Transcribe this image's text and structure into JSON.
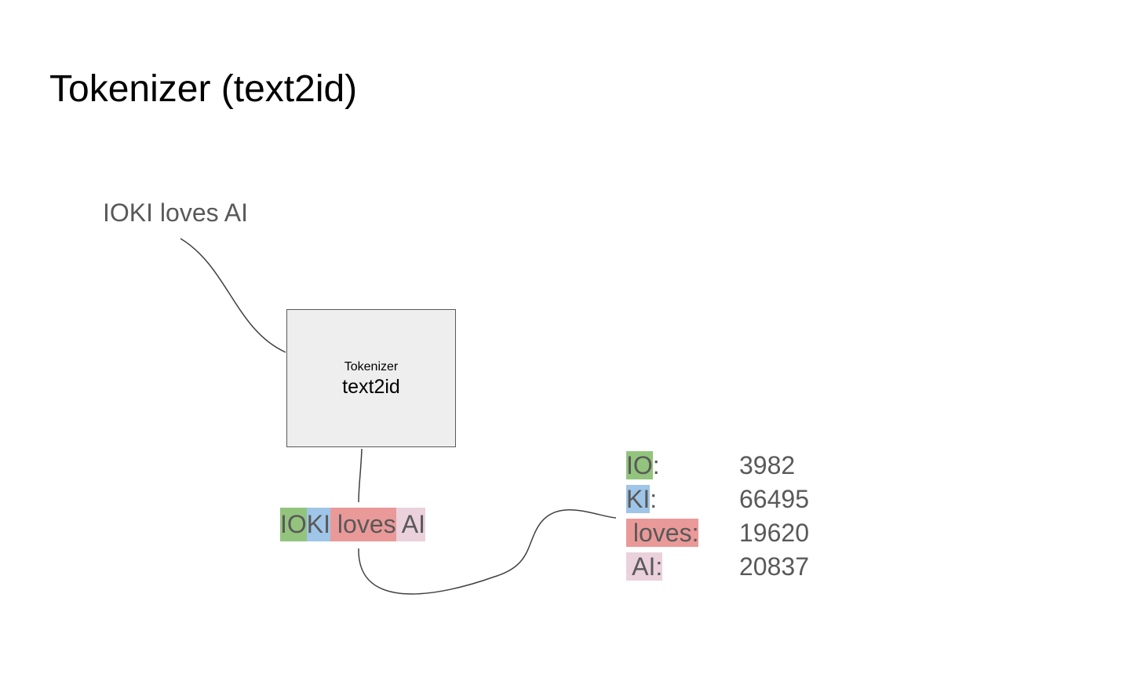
{
  "slide": {
    "title": "Tokenizer (text2id)",
    "input_text": "IOKI loves AI"
  },
  "tokenizer_box": {
    "title": "Tokenizer",
    "subtitle": "text2id",
    "fill": "#eeeeee",
    "border": "#595959"
  },
  "tokens": [
    {
      "text": "IO",
      "color": "#93c47d"
    },
    {
      "text": "KI",
      "color": "#9fc5e8"
    },
    {
      "text": " loves",
      "color": "#ea9999"
    },
    {
      "text": " AI",
      "color": "#ead1dc"
    }
  ],
  "id_table": [
    {
      "token": "IO",
      "suffix": ":",
      "id": "3982",
      "color": "#93c47d"
    },
    {
      "token": "KI",
      "suffix": ":",
      "id": "66495",
      "color": "#9fc5e8"
    },
    {
      "token": " loves:",
      "suffix": "",
      "id": "19620",
      "color": "#ea9999"
    },
    {
      "token": " AI:",
      "suffix": "",
      "id": "20837",
      "color": "#ead1dc"
    }
  ],
  "colors": {
    "text_gray": "#595959",
    "connector": "#404040"
  }
}
